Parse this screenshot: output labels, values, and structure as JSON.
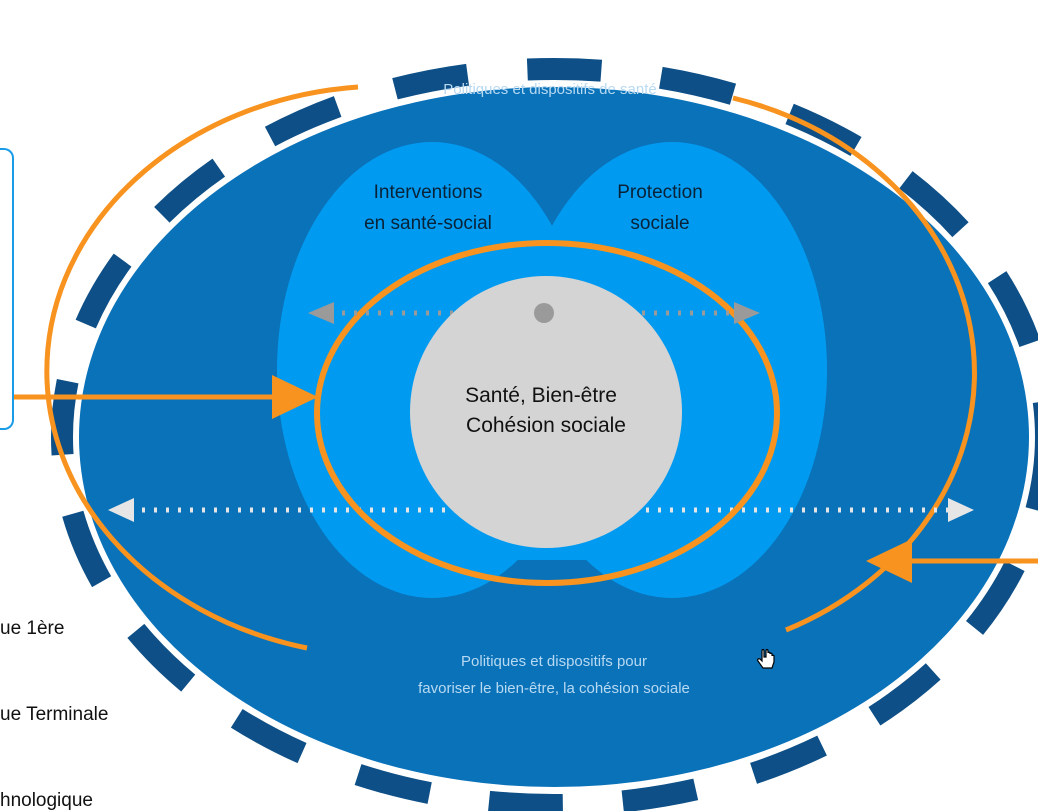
{
  "diagram": {
    "outer_top_label": "Politiques et dispositifs de santé",
    "outer_bottom_label_line1": "Politiques et dispositifs pour",
    "outer_bottom_label_line2": "favoriser le bien-être, la cohésion sociale",
    "lobe_left_line1": "Interventions",
    "lobe_left_line2": "en santé-social",
    "lobe_right_line1": "Protection",
    "lobe_right_line2": "sociale",
    "center_line1": "Santé, Bien-être",
    "center_line2": "Cohésion sociale"
  },
  "side_texts": {
    "line1": "ue 1ère",
    "line2": "ue Terminale",
    "line3": "hnologique"
  },
  "colors": {
    "outer_blue": "#0a72b9",
    "outer_dash": "#0d4f86",
    "inner_blue": "#009bf0",
    "orange": "#f7931e",
    "center_grey": "#d4d4d4",
    "arrow_grey": "#9a9a9a",
    "arrow_light": "#e6e6e6"
  },
  "cursor_icon": "hand-cursor-icon"
}
